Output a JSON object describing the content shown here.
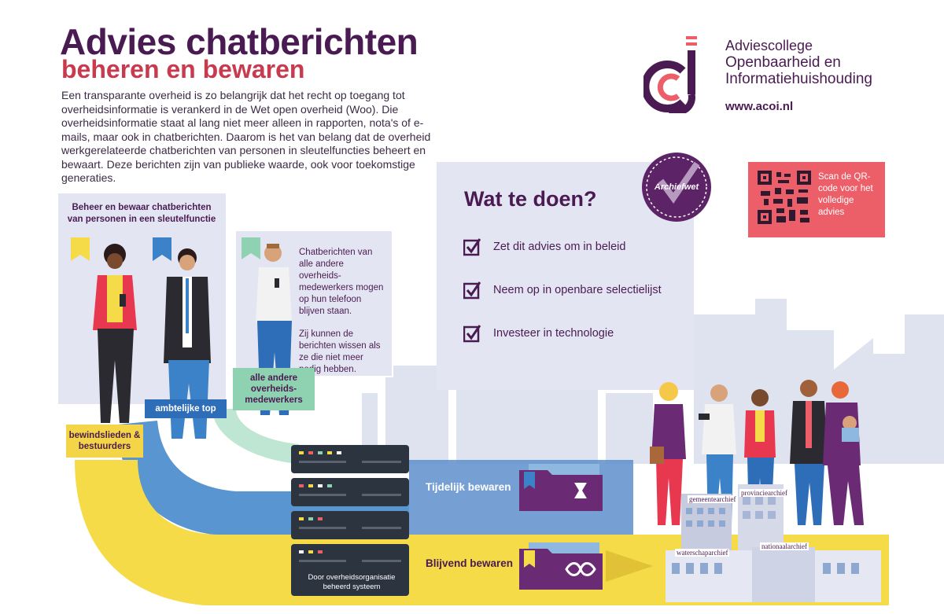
{
  "header": {
    "title": "Advies chatberichten",
    "subtitle": "beheren en bewaren",
    "intro": "Een transparante overheid is zo belangrijk dat het recht op toegang tot overheidsinformatie is verankerd in de Wet open overheid (Woo). Die overheidsinformatie staat al lang niet meer alleen in rapporten, nota's of e-mails, maar ook in chatberichten. Daarom is het van belang dat de overheid werkgerelateerde chatberichten van personen in sleutelfuncties beheert en bewaart. Deze berichten zijn van publieke waarde, ook voor toekomstige generaties."
  },
  "logo": {
    "line1": "Adviescollege",
    "line2": "Openbaarheid en",
    "line3": "Informatiehuishouding",
    "url": "www.acoi.nl"
  },
  "left_panel": {
    "title": "Beheer en bewaar chatberichten van personen in een sleutelfunctie"
  },
  "mid_panel": {
    "text1": "Chatberichten van alle andere overheids-medewerkers mogen op hun telefoon blijven staan.",
    "text2": "Zij kunnen de berichten wissen als ze die niet meer nodig hebben."
  },
  "labels": {
    "bewind": "bewindslieden & bestuurders",
    "ambtelijk": "ambtelijke top",
    "andere": "alle andere overheids-medewerkers",
    "server": "Door overheidsorganisatie beheerd systeem",
    "tijdelijk": "Tijdelijk bewaren",
    "blijvend": "Blijvend bewaren"
  },
  "todo": {
    "title": "Wat te doen?",
    "items": [
      "Zet dit advies om in beleid",
      "Neem op in openbare selectielijst",
      "Investeer in technologie"
    ]
  },
  "stamp": {
    "text": "Archiefwet"
  },
  "qr": {
    "text": "Scan de QR-code voor het volledige advies"
  },
  "buildings": {
    "gemeente": "gemeentearchief",
    "provincie": "provinciearchief",
    "waterschap": "waterschaparchief",
    "nationaal": "nationaalarchief"
  },
  "colors": {
    "purple": "#4a1b52",
    "red": "#c83a4e",
    "yellow": "#f5d548",
    "blue": "#2e6db8",
    "mint": "#8fd2b2",
    "panel": "#e3e6f2",
    "qr_bg": "#ec5e68"
  }
}
